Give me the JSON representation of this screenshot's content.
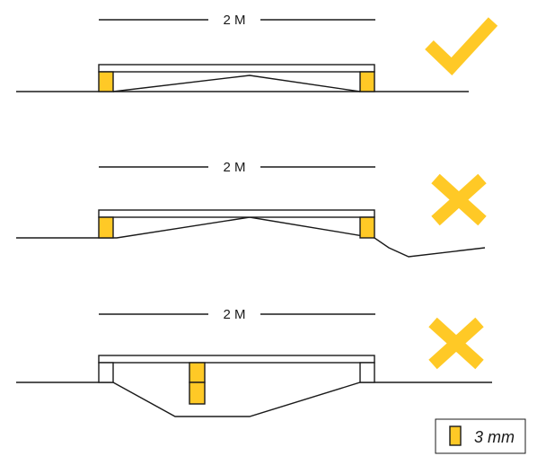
{
  "colors": {
    "shim": "#ffc926",
    "line": "#1a1a1a",
    "board_fill": "#ffffff",
    "check": "#ffc926",
    "cross": "#ffc926"
  },
  "panels": [
    {
      "dimension_label": "2 M",
      "verdict": "correct",
      "verdict_icon": "checkmark-icon"
    },
    {
      "dimension_label": "2 M",
      "verdict": "incorrect",
      "verdict_icon": "cross-icon"
    },
    {
      "dimension_label": "2 M",
      "verdict": "incorrect",
      "verdict_icon": "cross-icon"
    }
  ],
  "legend": {
    "icon": "shim-icon",
    "label": "3 mm"
  }
}
